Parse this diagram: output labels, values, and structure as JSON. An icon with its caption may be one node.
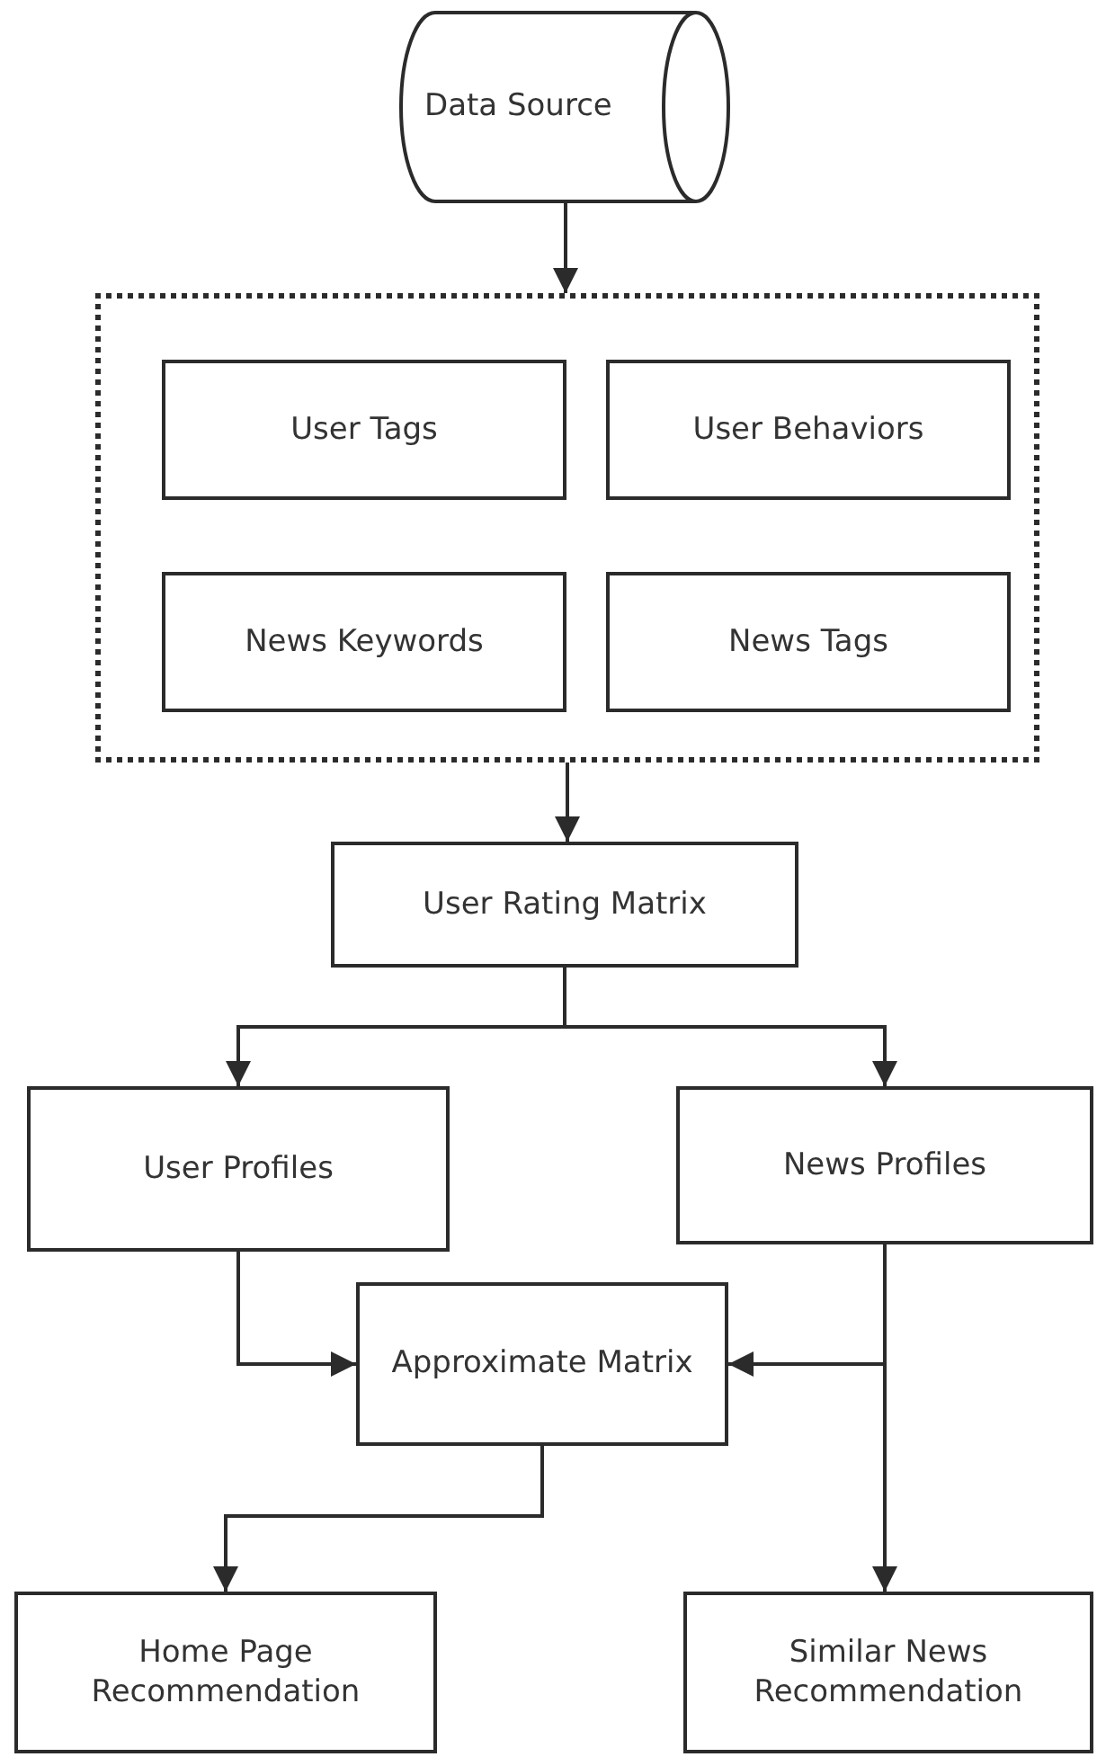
{
  "diagram": {
    "nodes": [
      {
        "text": [
          "Data Source"
        ]
      },
      {
        "text": [],
        "shape": "box"
      },
      {
        "text": [
          "User Tags"
        ],
        "in": 1
      },
      {
        "text": [
          "User Behaviors"
        ],
        "in": 1
      },
      {
        "text": [
          "News Keywords"
        ],
        "in": 1
      },
      {
        "text": [
          "News Tags"
        ],
        "in": 1
      },
      {
        "text": [
          "User Rating Matrix"
        ]
      },
      {
        "text": [
          "User Profiles"
        ]
      },
      {
        "text": [
          "News Profiles"
        ]
      },
      {
        "text": [
          "Approximate Matrix"
        ]
      },
      {
        "text": [
          "Home Page Recommendation"
        ]
      },
      {
        "text": [
          "Similar News Recommendation"
        ]
      }
    ],
    "edges": [
      {
        "from": 0,
        "to": 1,
        "arrow": "to"
      },
      {
        "from": 1,
        "to": 6,
        "arrow": "to"
      },
      {
        "from": 6,
        "to": 7,
        "arrow": "to"
      },
      {
        "from": 6,
        "to": 8,
        "arrow": "to"
      },
      {
        "from": 7,
        "to": 9,
        "arrow": "to"
      },
      {
        "from": 8,
        "to": 9,
        "arrow": "to"
      },
      {
        "from": 9,
        "to": 10,
        "arrow": "to"
      },
      {
        "from": 8,
        "to": 11,
        "arrow": "to"
      }
    ]
  }
}
